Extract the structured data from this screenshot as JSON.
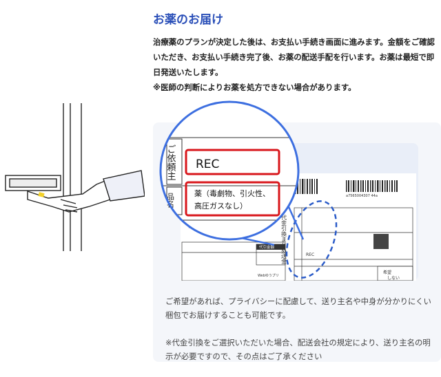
{
  "section": {
    "title": "お薬のお届け",
    "intro_lines": [
      "治療薬のプランが決定した後は、お支払い手続き画面に進みます。金額をご確認いただき、お支払い手続き完了後、お薬の配送手配を行います。お薬は最短で即日発送いたします。",
      "※医師の判断によりお薬を処方できない場合があります。"
    ]
  },
  "label_image": {
    "sender_heading": "ご依頼主",
    "sender_value": "REC",
    "item_heading": "品名",
    "item_value_line1": "薬（毒劇物、引火性、",
    "item_value_line2": "高圧ガスなし）",
    "cod_vertical": "代金引換まとめ送金",
    "cod_amount_label": "代引金額",
    "barcode_number": "a7565004307 44a",
    "hope_label": "希望",
    "hope_value": "しない",
    "web_label": "Webゆうプリ"
  },
  "card": {
    "notes": [
      "ご希望があれば、プライバシーに配慮して、送り主名や中身が分かりにくい梱包でお届けすることも可能です。",
      "※代金引換をご選択いただいた場合、配送会社の規定により、送り主名の明示が必要ですので、その点はご了承ください"
    ]
  },
  "colors": {
    "accent": "#2a4fb8",
    "magnifier": "#3d6fe0",
    "highlight": "#d8161b",
    "card_bg": "#f4f6fa"
  }
}
